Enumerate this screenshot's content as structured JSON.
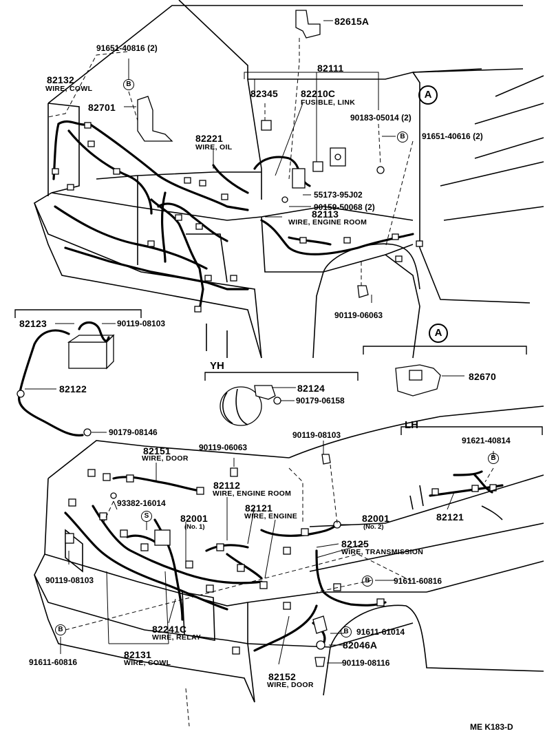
{
  "labels": {
    "p82615A": "82615A",
    "p91651_40816": "91651-40816  (2)",
    "p82132": "82132",
    "p82132_sub": "WIRE, COWL",
    "p82111": "82111",
    "p82345": "82345",
    "p82210C": "82210C",
    "p82210C_sub": "FUSIBLE, LINK",
    "p82701": "82701",
    "p90183_05014": "90183-05014 (2)",
    "p91651_40616": "91651-40616 (2)",
    "p82221": "82221",
    "p82221_sub": "WIRE, OIL",
    "p55173_95J02": "55173-95J02",
    "p90159_50068": "90159-50068 (2)",
    "p82113": "82113",
    "p82113_sub": "WIRE, ENGINE ROOM",
    "p90119_06063_top": "90119-06063",
    "p82123": "82123",
    "p90119_08103_top": "90119-08103",
    "p82122": "82122",
    "p90179_08146": "90179-08146",
    "p82670": "82670",
    "p82124": "82124",
    "p90179_06158": "90179-06158",
    "p90119_08103_mid": "90119-08103",
    "p91621_40814": "91621-40814",
    "p82151": "82151",
    "p82151_sub": "WIRE, DOOR",
    "p90119_06063_mid": "90119-06063",
    "p82112": "82112",
    "p82112_sub": "WIRE, ENGINE ROOM",
    "p93382_16014": "93382-16014",
    "p82121_mid": "82121",
    "p82121_mid_sub": "WIRE, ENGINE",
    "p82121_lh": "82121",
    "p82001_1": "82001",
    "p82001_1_sub": "(No. 1)",
    "p82001_2": "82001",
    "p82001_2_sub": "(No. 2)",
    "p82125": "82125",
    "p82125_sub": "WIRE, TRANSMISSION",
    "p90119_08103_bot": "90119-08103",
    "p91611_60816_r": "91611-60816",
    "p82241C": "82241C",
    "p82241C_sub": "WIRE, RELAY",
    "p91611_61014": "91611-61014",
    "p82046A": "82046A",
    "p91611_60816_l": "91611-60816",
    "p82131": "82131",
    "p82131_sub": "WIRE, COWL",
    "p90119_08116": "90119-08116",
    "p82152": "82152",
    "p82152_sub": "WIRE, DOOR",
    "footer": "ME  K183-D"
  },
  "sections": {
    "yh": "YH",
    "lh": "LH"
  },
  "markers": {
    "a": "A",
    "b": "B",
    "s": "S"
  }
}
